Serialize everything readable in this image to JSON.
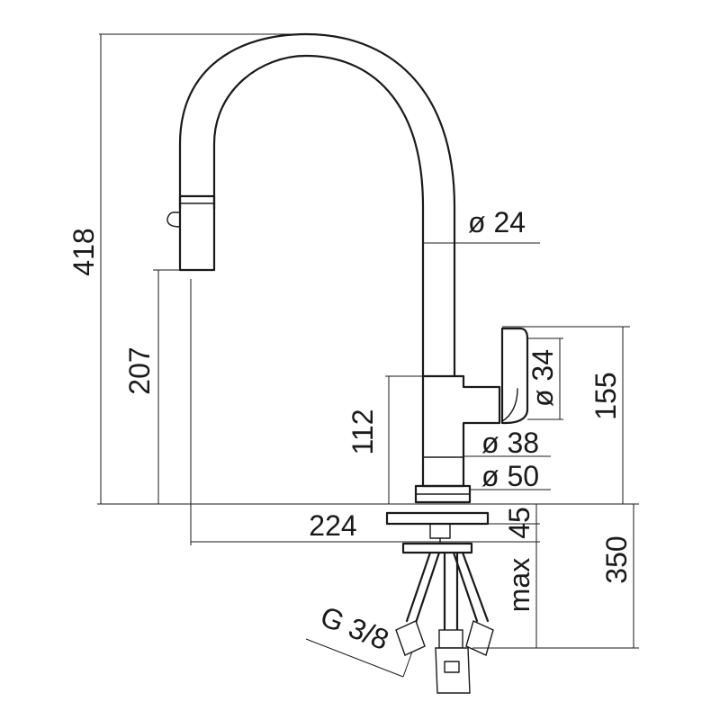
{
  "dimensions": {
    "overall_height": "418",
    "spout_outlet_height": "207",
    "body_height": "112",
    "lever_height": "155",
    "spout_reach": "224",
    "deck_thickness": "45",
    "hose_length": "350",
    "max_label": "max",
    "spout_diameter": "ø 24",
    "lever_diameter": "ø 34",
    "body_diameter": "ø 38",
    "base_diameter": "ø 50",
    "connection_thread": "G 3/8"
  },
  "colors": {
    "line": "#1a1a1a",
    "background": "#ffffff"
  }
}
